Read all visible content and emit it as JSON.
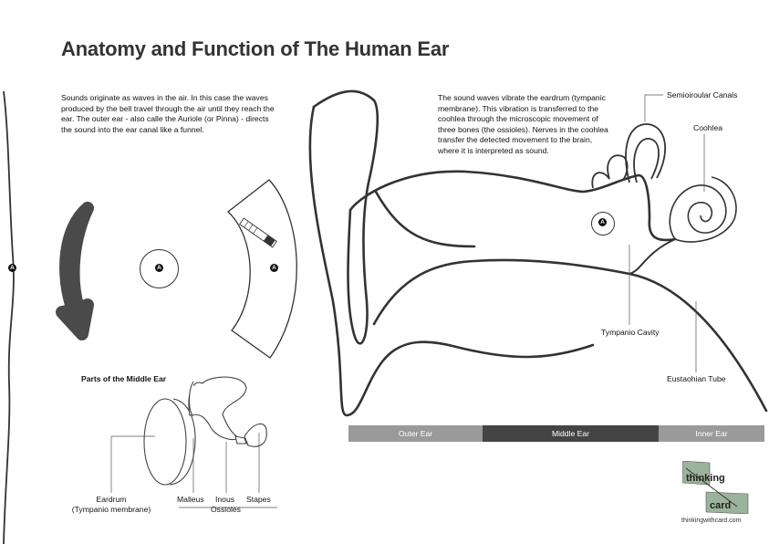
{
  "title": "Anatomy and Function of The Human Ear",
  "intro_text": "Sounds originate as waves in the air. In this case the waves produced by the bell travel through the air until they reach the ear. The outer ear - also calle the Auriole (or Pinna) -  directs the sound into the ear canal like a funnel.",
  "function_text": "The sound waves vibrate the eardrum (tympanic membrane). This vibration is transferred to the coohlea through the microscopic movement of three bones (the ossioles). Nerves in the coohlea transfer the detected movement to the brain, where it is interpreted as sound.",
  "marker_letter": "A",
  "middle_ear": {
    "heading": "Parts of the Middle Ear",
    "eardrum": "Eardrum",
    "eardrum_sub": "(Tympanio membrane)",
    "malleus": "Malleus",
    "incus": "Inous",
    "stapes": "Stapes",
    "ossicles": "Ossioles"
  },
  "ear_labels": {
    "semicircular": "Semioiroular Canals",
    "cochlea": "Coohlea",
    "tympanic_cavity": "Tympanio Cavity",
    "eustachian": "Eustaohian Tube"
  },
  "sections": [
    {
      "label": "Outer Ear",
      "color": "#9a9a9a"
    },
    {
      "label": "Middle Ear",
      "color": "#444444"
    },
    {
      "label": "Inner Ear",
      "color": "#9a9a9a"
    }
  ],
  "logo": {
    "line1": "thinking",
    "line2": "card",
    "url": "thinkingwithcard.com"
  }
}
